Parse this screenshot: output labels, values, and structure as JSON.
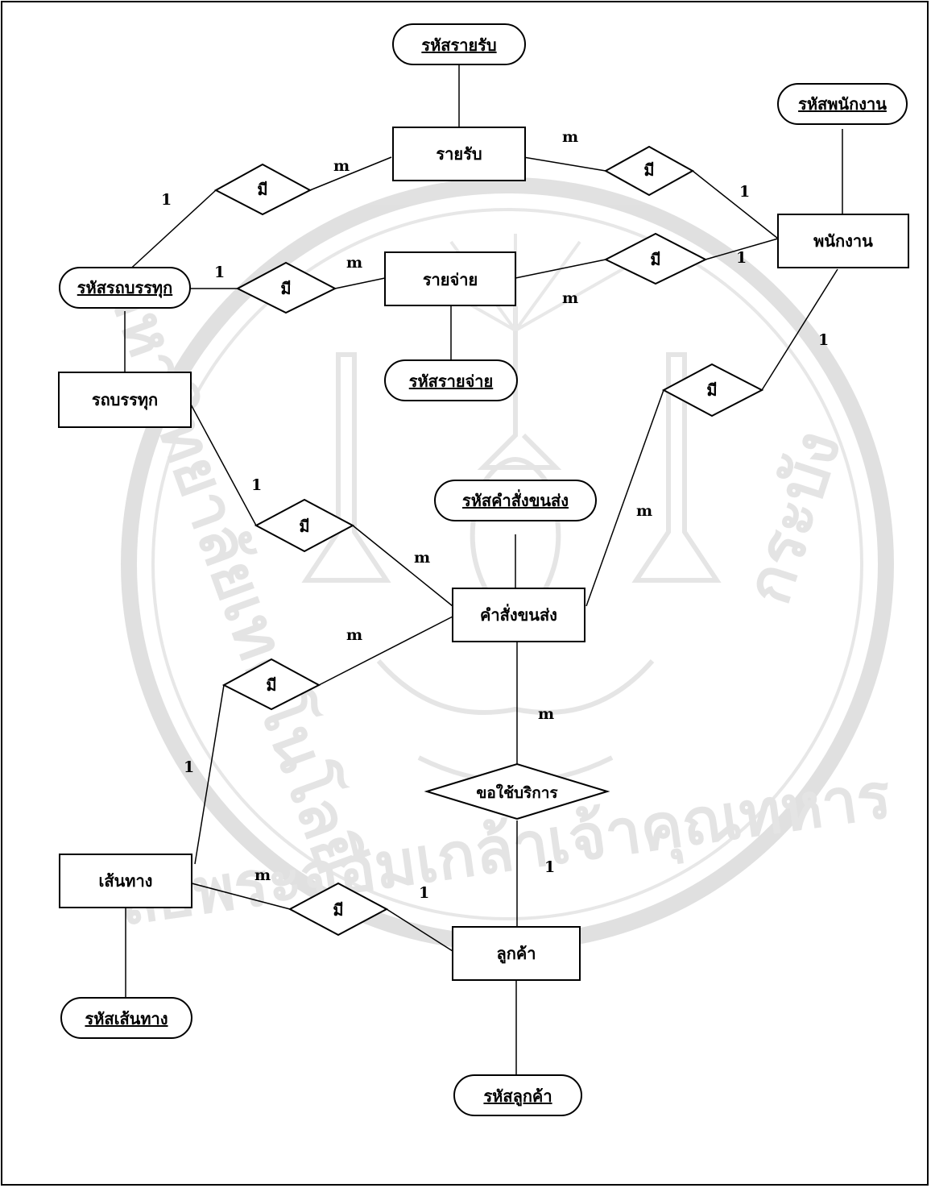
{
  "watermark": {
    "text_bottom": "ลัยพระจอมเกล้าเจ้าคุณทหาร",
    "text_left": "มหาวิทยาลัยเทคโนโลยี",
    "text_right": "กระบัง"
  },
  "attributes": {
    "income_id": "รหัสรายรับ",
    "employee_id": "รหัสพนักงาน",
    "truck_id": "รหัสรถบรรทุก",
    "expense_id": "รหัสรายจ่าย",
    "order_id": "รหัสคำสั่งขนส่ง",
    "route_id": "รหัสเส้นทาง",
    "customer_id": "รหัสลูกค้า"
  },
  "entities": {
    "income": "รายรับ",
    "employee": "พนักงาน",
    "expense": "รายจ่าย",
    "truck": "รถบรรทุก",
    "order": "คำสั่งขนส่ง",
    "route": "เส้นทาง",
    "customer": "ลูกค้า"
  },
  "relationships": {
    "has": "มี",
    "request_service": "ขอใช้บริการ"
  },
  "cardinality": {
    "one": "1",
    "many": "m"
  }
}
